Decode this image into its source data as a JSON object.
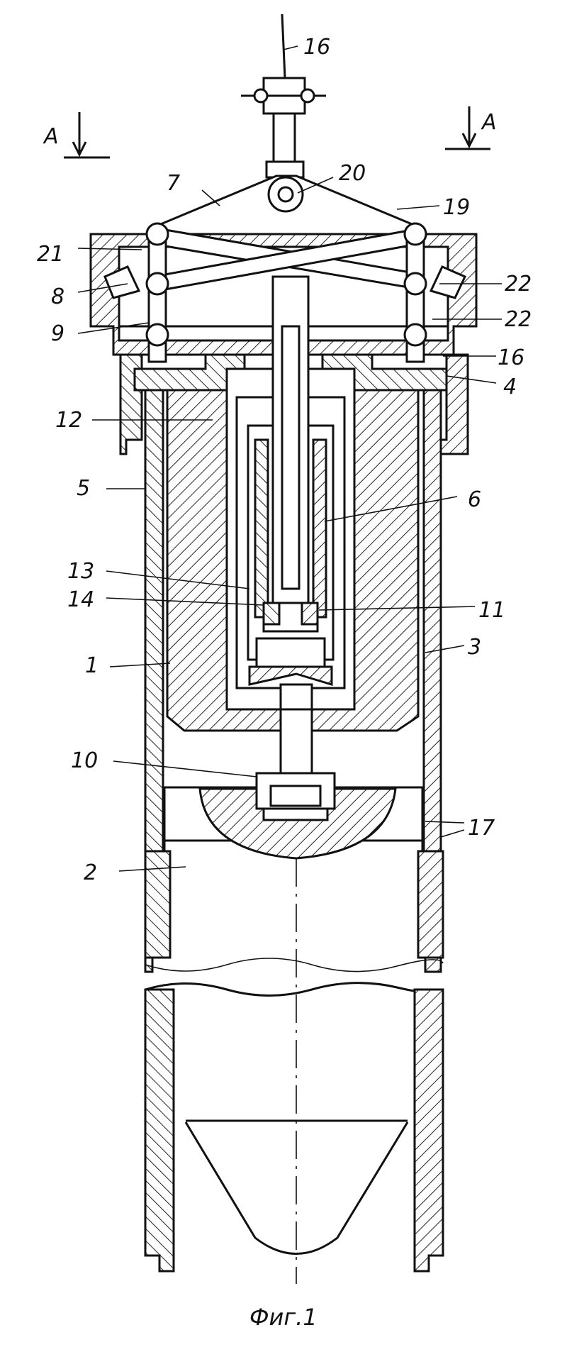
{
  "figure": {
    "caption": "Фиг.1",
    "section_marks": [
      {
        "id": "left",
        "text": "A"
      },
      {
        "id": "right",
        "text": "A"
      }
    ]
  },
  "labels": [
    {
      "id": "l16top",
      "text": "16"
    },
    {
      "id": "l20",
      "text": "20"
    },
    {
      "id": "l7",
      "text": "7"
    },
    {
      "id": "l19",
      "text": "19"
    },
    {
      "id": "l21",
      "text": "21"
    },
    {
      "id": "l8",
      "text": "8"
    },
    {
      "id": "l22a",
      "text": "22"
    },
    {
      "id": "l9",
      "text": "9"
    },
    {
      "id": "l22b",
      "text": "22"
    },
    {
      "id": "l16",
      "text": "16"
    },
    {
      "id": "l4",
      "text": "4"
    },
    {
      "id": "l12",
      "text": "12"
    },
    {
      "id": "l5",
      "text": "5"
    },
    {
      "id": "l6",
      "text": "6"
    },
    {
      "id": "l13",
      "text": "13"
    },
    {
      "id": "l14",
      "text": "14"
    },
    {
      "id": "l11",
      "text": "11"
    },
    {
      "id": "l3",
      "text": "3"
    },
    {
      "id": "l1",
      "text": "1"
    },
    {
      "id": "l10",
      "text": "10"
    },
    {
      "id": "l17",
      "text": "17"
    },
    {
      "id": "l2",
      "text": "2"
    }
  ]
}
